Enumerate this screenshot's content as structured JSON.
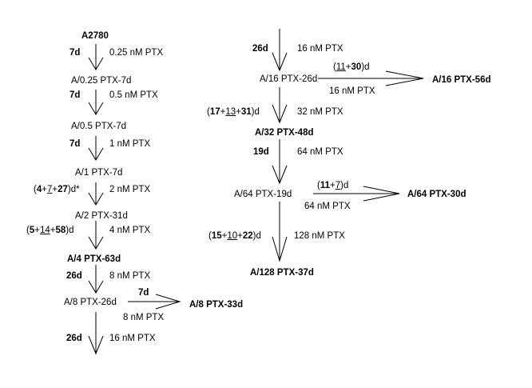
{
  "left_column": {
    "root": "A2780",
    "step1_days": "7d",
    "step1_dose": "0.25 nM PTX",
    "node1": "A/0.25 PTX-7d",
    "step2_days": "7d",
    "step2_dose": "0.5 nM PTX",
    "node2": "A/0.5 PTX-7d",
    "step3_days": "7d",
    "step3_dose": "1 nM PTX",
    "node3": "A/1 PTX-7d",
    "step4": {
      "open": "(",
      "a": "4",
      "plus1": "+",
      "b": "7",
      "plus2": "+",
      "c": "27",
      "close": ")d*"
    },
    "step4_dose": "2 nM PTX",
    "node4": "A/2 PTX-31d",
    "step5": {
      "open": "(",
      "a": "5",
      "plus1": "+",
      "b": "14",
      "plus2": "+",
      "c": "58",
      "close": ")d"
    },
    "step5_dose": "4 nM PTX",
    "node5": "A/4 PTX-63d",
    "step6_days": "26d",
    "step6_dose": "8 nM PTX",
    "node6": "A/8 PTX-26d",
    "branch_days": "7d",
    "branch_dose": "8 nM PTX",
    "branch_result": "A/8 PTX-33d",
    "step7_days": "26d",
    "step7_dose": "16 nM PTX"
  },
  "right_column": {
    "step1_days": "26d",
    "step1_dose": "16 nM PTX",
    "node1": "A/16 PTX-26d",
    "branch1": {
      "open": "(",
      "a": "11",
      "plus": "+",
      "b": "30",
      "close": ")d"
    },
    "branch1_dose": "16 nM PTX",
    "branch1_result": "A/16 PTX-56d",
    "step2": {
      "open": "(",
      "a": "17",
      "plus1": "+",
      "b": "13",
      "plus2": "+",
      "c": "31",
      "close": ")d"
    },
    "step2_dose": "32 nM PTX",
    "node2": "A/32 PTX-48d",
    "step3_days": "19d",
    "step3_dose": "64 nM PTX",
    "node3": "A/64 PTX-19d",
    "branch2": {
      "open": "(",
      "a": "11",
      "plus": "+",
      "b": "7",
      "close": ")d"
    },
    "branch2_dose": "64 nM PTX",
    "branch2_result": "A/64 PTX-30d",
    "step4": {
      "open": "(",
      "a": "15",
      "plus1": "+",
      "b": "10",
      "plus2": "+",
      "c": "22",
      "close": ")d"
    },
    "step4_dose": "128 nM PTX",
    "node4": "A/128 PTX-37d"
  }
}
